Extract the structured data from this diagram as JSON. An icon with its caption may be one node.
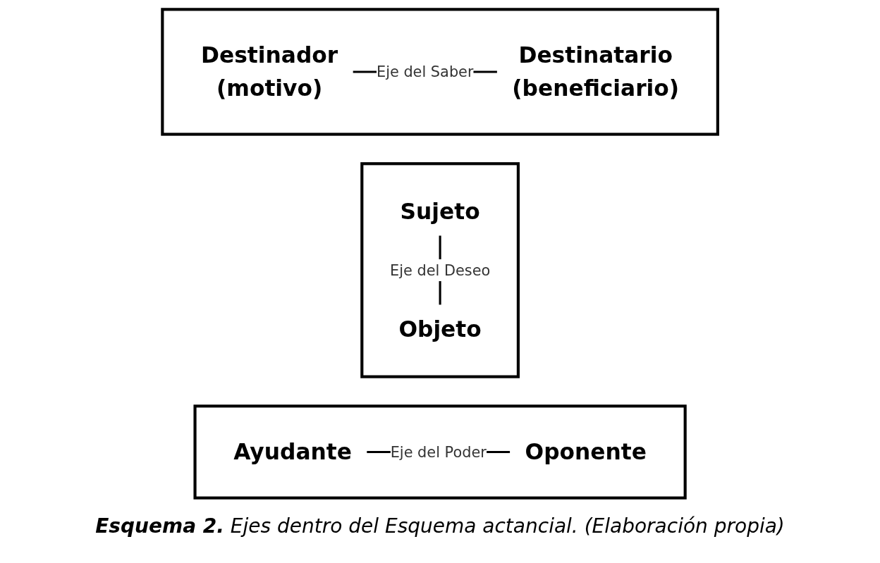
{
  "diagram": {
    "caption": "**Esquema 2.** Ejes dentro del Esquema actancial. (Elaboración propia)",
    "nodes": [
      {
        "text": [],
        "shape": "box"
      },
      {
        "text": [
          "Destinador",
          "(motivo)"
        ],
        "in": 0
      },
      {
        "text": [
          "Destinatario",
          "(beneficiario)"
        ],
        "in": 0
      },
      {
        "text": [],
        "shape": "box"
      },
      {
        "text": [
          "Sujeto"
        ],
        "in": 3
      },
      {
        "text": [
          "Objeto"
        ],
        "in": 3
      },
      {
        "text": [],
        "shape": "box"
      },
      {
        "text": [
          "Ayudante"
        ],
        "in": 6
      },
      {
        "text": [
          "Oponente"
        ],
        "in": 6
      }
    ],
    "edges": [
      {
        "from": 1,
        "to": 2,
        "arrow": "none",
        "label": "Eje del Saber"
      },
      {
        "from": 4,
        "to": 5,
        "arrow": "none",
        "label": "Eje del Deseo"
      },
      {
        "from": 7,
        "to": 8,
        "arrow": "none",
        "label": "Eje del Poder"
      }
    ]
  }
}
